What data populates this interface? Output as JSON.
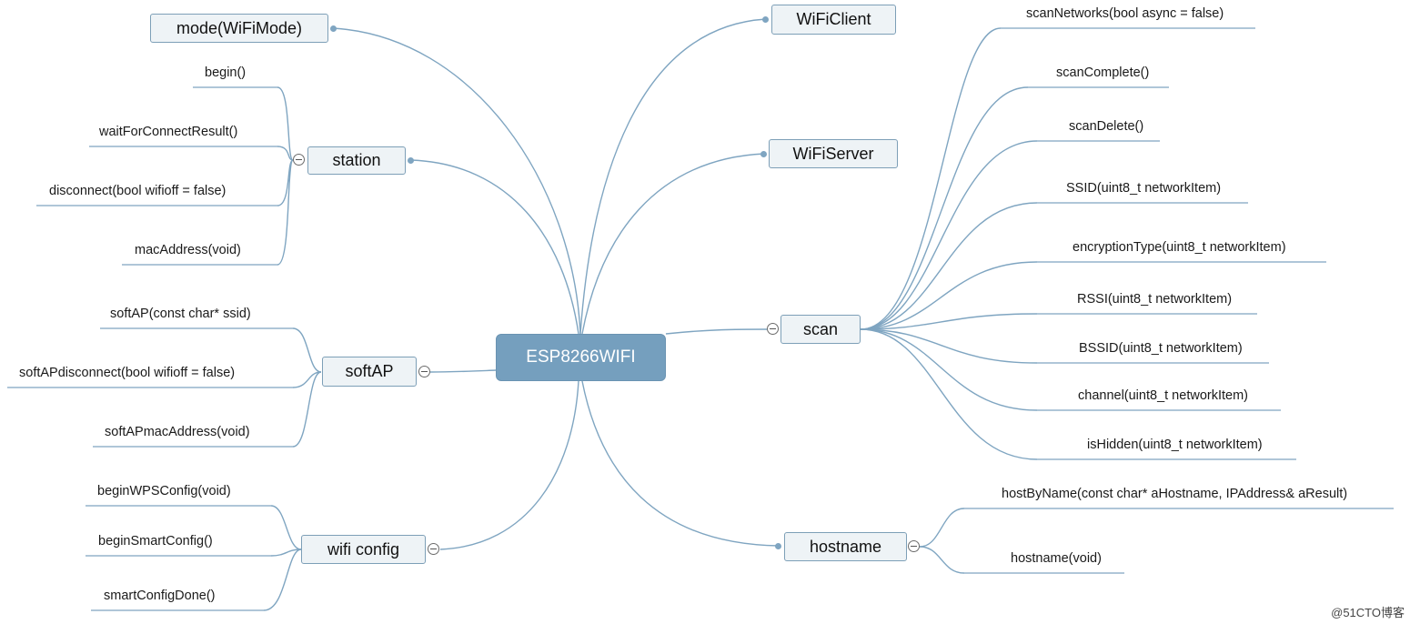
{
  "root": {
    "label": "ESP8266WIFI"
  },
  "nodes": {
    "mode": {
      "label": "mode(WiFiMode)"
    },
    "station": {
      "label": "station",
      "children": [
        "begin()",
        "waitForConnectResult()",
        "disconnect(bool wifioff = false)",
        "macAddress(void)"
      ]
    },
    "softap": {
      "label": "softAP",
      "children": [
        "softAP(const char* ssid)",
        "softAPdisconnect(bool wifioff = false)",
        "softAPmacAddress(void)"
      ]
    },
    "wificonfig": {
      "label": "wifi config",
      "children": [
        "beginWPSConfig(void)",
        "beginSmartConfig()",
        "smartConfigDone()"
      ]
    },
    "wificlient": {
      "label": "WiFiClient"
    },
    "wifiserver": {
      "label": "WiFiServer"
    },
    "scan": {
      "label": "scan",
      "children": [
        "scanNetworks(bool async = false)",
        "scanComplete()",
        "scanDelete()",
        "SSID(uint8_t networkItem)",
        "encryptionType(uint8_t networkItem)",
        "RSSI(uint8_t networkItem)",
        "BSSID(uint8_t networkItem)",
        "channel(uint8_t networkItem)",
        "isHidden(uint8_t networkItem)"
      ]
    },
    "hostname": {
      "label": "hostname",
      "children": [
        "hostByName(const char* aHostname, IPAddress& aResult)",
        "hostname(void)"
      ]
    }
  },
  "watermark": "@51CTO博客",
  "colors": {
    "link": "#7fa5c1",
    "root_fill": "#759fbe",
    "node_fill": "#eef3f6",
    "node_border": "#7d9fb7"
  }
}
